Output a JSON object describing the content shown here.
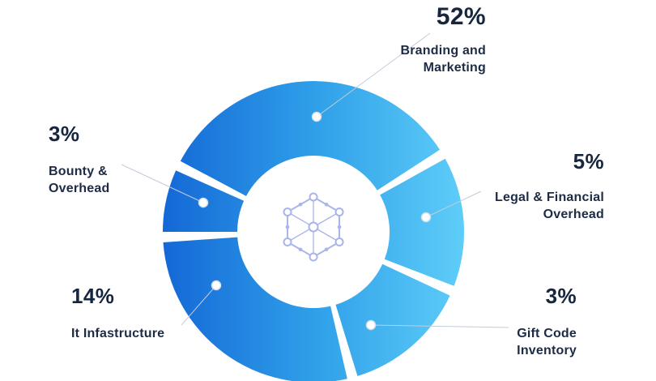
{
  "chart_data": {
    "type": "pie",
    "variant": "donut",
    "title": "",
    "unit": "%",
    "slices": [
      {
        "id": "branding",
        "label": "Branding and Marketing",
        "value": 52,
        "start_deg": -62,
        "end_deg": 57
      },
      {
        "id": "legal",
        "label": "Legal & Financial Overhead",
        "value": 5,
        "start_deg": 61,
        "end_deg": 111
      },
      {
        "id": "gift",
        "label": "Gift Code Inventory",
        "value": 3,
        "start_deg": 115,
        "end_deg": 163
      },
      {
        "id": "it",
        "label": "It Infastructure",
        "value": 14,
        "start_deg": 167,
        "end_deg": 266
      },
      {
        "id": "bounty",
        "label": "Bounty & Overhead",
        "value": 3,
        "start_deg": 270,
        "end_deg": 294
      }
    ],
    "gradient": [
      "#1468d6",
      "#2f9fe9",
      "#5ecdf8"
    ],
    "legend_position": "callouts-around-chart"
  },
  "callouts": [
    {
      "id": "branding",
      "pct": "52%",
      "lines": [
        "Branding and",
        "Marketing"
      ]
    },
    {
      "id": "legal",
      "pct": "5%",
      "lines": [
        "Legal & Financial",
        "Overhead"
      ]
    },
    {
      "id": "gift",
      "pct": "3%",
      "lines": [
        "Gift Code",
        "Inventory"
      ]
    },
    {
      "id": "it",
      "pct": "14%",
      "lines": [
        "It Infastructure"
      ]
    },
    {
      "id": "bounty",
      "pct": "3%",
      "lines": [
        "Bounty &",
        "Overhead"
      ]
    }
  ],
  "icon": {
    "name": "hexagon-network-icon",
    "color": "#a9b4e9"
  },
  "colors": {
    "text_dark": "#17263f",
    "connector_line": "#c3ccd9",
    "marker_fill": "#ffffff",
    "marker_stroke": "#d6dfea",
    "background": "#ffffff"
  }
}
